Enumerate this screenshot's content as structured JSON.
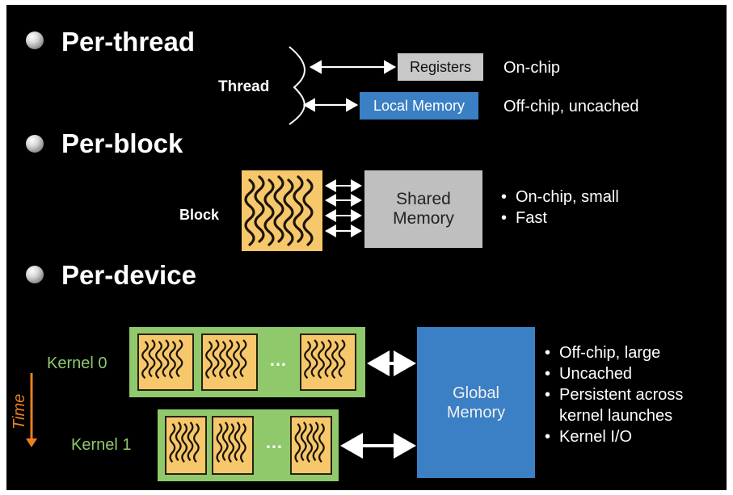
{
  "sections": {
    "per_thread": "Per-thread",
    "per_block": "Per-block",
    "per_device": "Per-device"
  },
  "thread": {
    "label": "Thread",
    "registers": "Registers",
    "registers_note": "On-chip",
    "local_memory": "Local Memory",
    "local_memory_note": "Off-chip, uncached"
  },
  "block": {
    "label": "Block",
    "shared_memory_line1": "Shared",
    "shared_memory_line2": "Memory",
    "notes": [
      "On-chip, small",
      "Fast"
    ]
  },
  "device": {
    "kernel0": "Kernel 0",
    "kernel1": "Kernel 1",
    "ellipsis": "…",
    "time_label": "Time",
    "global_memory_line1": "Global",
    "global_memory_line2": "Memory",
    "notes": [
      "Off-chip, large",
      "Uncached",
      "Persistent across",
      "kernel launches",
      "Kernel I/O"
    ]
  },
  "colors": {
    "background": "#000000",
    "registers_box": "#c8c8c8",
    "local_memory_box": "#3b7fc4",
    "shared_memory_box": "#bfbfbf",
    "global_memory_box": "#3b7fc4",
    "block_fill": "#f6c76b",
    "kernel_group_fill": "#8fc96b",
    "kernel_label": "#8fc96b",
    "block_label": "#f0c060",
    "time_label": "#e8801e"
  },
  "icons": {
    "bullet": "sphere-bullet-icon",
    "thread_brace": "brace-icon",
    "arrow": "double-arrow-icon",
    "thread_squiggles": "wavy-threads-icon"
  }
}
